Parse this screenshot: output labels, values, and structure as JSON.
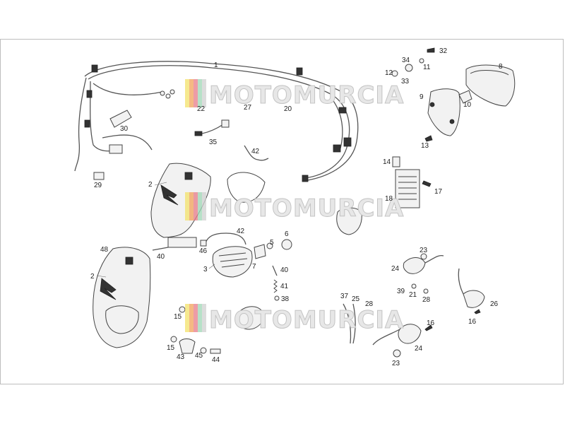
{
  "watermark": {
    "text": "MOTOMURCIA",
    "stripe_colors": [
      "#f3e26a",
      "#f2a25a",
      "#e77b8a",
      "#9fd7b5",
      "#d0d0d0"
    ]
  },
  "callouts": {
    "c1": "1",
    "c2a": "2",
    "c2b": "2",
    "c3": "3",
    "c5": "5",
    "c6": "6",
    "c7": "7",
    "c8": "8",
    "c9": "9",
    "c10": "10",
    "c11": "11",
    "c12": "12",
    "c13": "13",
    "c14": "14",
    "c15a": "15",
    "c15b": "15",
    "c16a": "16",
    "c16b": "16",
    "c17": "17",
    "c18": "18",
    "c20": "20",
    "c21": "21",
    "c22": "22",
    "c23a": "23",
    "c23b": "23",
    "c24a": "24",
    "c24b": "24",
    "c25": "25",
    "c26": "26",
    "c27": "27",
    "c28a": "28",
    "c28b": "28",
    "c29": "29",
    "c30": "30",
    "c32": "32",
    "c33": "33",
    "c34": "34",
    "c35": "35",
    "c37": "37",
    "c38": "38",
    "c39": "39",
    "c40a": "40",
    "c40b": "40",
    "c41": "41",
    "c42a": "42",
    "c42b": "42",
    "c43": "43",
    "c44": "44",
    "c45": "45",
    "c46": "46",
    "c48": "48"
  }
}
